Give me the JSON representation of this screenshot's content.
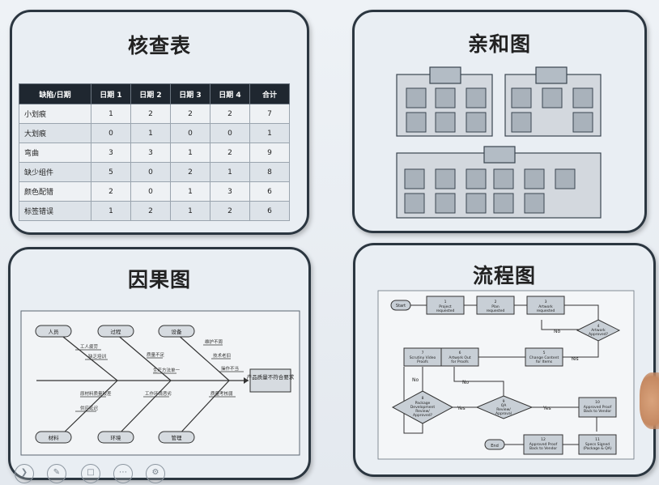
{
  "check_sheet": {
    "title": "核查表",
    "headers": [
      "缺陷/日期",
      "日期 1",
      "日期 2",
      "日期 3",
      "日期 4",
      "合计"
    ],
    "rows": [
      [
        "小划痕",
        "1",
        "2",
        "2",
        "2",
        "7"
      ],
      [
        "大划痕",
        "0",
        "1",
        "0",
        "0",
        "1"
      ],
      [
        "弯曲",
        "3",
        "3",
        "1",
        "2",
        "9"
      ],
      [
        "缺少组件",
        "5",
        "0",
        "2",
        "1",
        "8"
      ],
      [
        "颜色配错",
        "2",
        "0",
        "1",
        "3",
        "6"
      ],
      [
        "标签错误",
        "1",
        "2",
        "1",
        "2",
        "6"
      ]
    ]
  },
  "affinity": {
    "title": "亲和图"
  },
  "fishbone": {
    "title": "因果图",
    "head": "产品质量不符合要求",
    "top_categories": [
      "人员",
      "过程",
      "设备"
    ],
    "bottom_categories": [
      "材料",
      "环境",
      "管理"
    ],
    "causes": [
      "工人疲劳",
      "缺乏培训",
      "质量不足",
      "生产方法单一",
      "维护不周",
      "技术老旧",
      "操作不当",
      "原材料质量较差",
      "供应延迟",
      "工作环境恶劣",
      "质量考核弱"
    ]
  },
  "flowchart": {
    "title": "流程图",
    "start": "Start",
    "end": "End",
    "steps": {
      "s1": [
        "1",
        "Project",
        "requested"
      ],
      "s2": [
        "2",
        "Plan",
        "requested"
      ],
      "s3": [
        "3",
        "Artwork",
        "requested"
      ],
      "d4": [
        "4",
        "Artwork",
        "Approved?"
      ],
      "s5": [
        "5",
        "Change Content",
        "for Items"
      ],
      "s6": [
        "6",
        "Artwork Out",
        "for Proofs"
      ],
      "s7": [
        "7",
        "Scrutiny Video",
        "Proofs"
      ],
      "d8": [
        "8",
        "Package",
        "Development",
        "Review/",
        "Approved?"
      ],
      "d9": [
        "9",
        "QA",
        "Review/",
        "Approval"
      ],
      "s10": [
        "10",
        "Approved Proof",
        "Back to Vendor"
      ],
      "s11": [
        "11",
        "Specs Signed",
        "(Package & QA)"
      ],
      "s12": [
        "12",
        "Approved Proof",
        "Back to Vendor"
      ]
    },
    "labels": {
      "no1": "No",
      "yes1": "Yes",
      "no2": "No",
      "no3": "No",
      "yes2": "Yes",
      "yes3": "Yes"
    }
  },
  "toolbar": {
    "icons": [
      "arrow-icon",
      "pen-icon",
      "eraser-icon",
      "more-icon",
      "settings-icon"
    ]
  }
}
